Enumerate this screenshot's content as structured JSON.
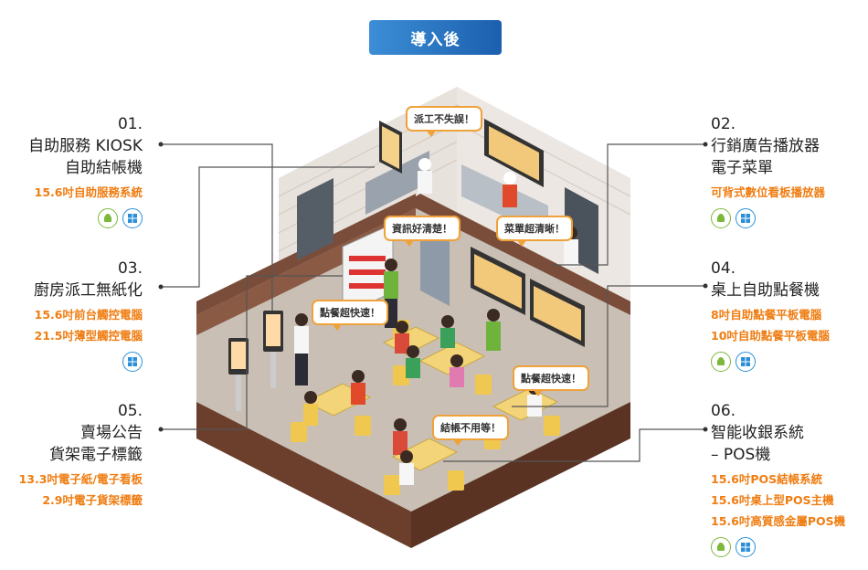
{
  "header": {
    "label": "導入後"
  },
  "blocks": {
    "b01": {
      "num": "01.",
      "titles": [
        "自助服務 KIOSK",
        "自助結帳機"
      ],
      "items": [
        "15.6吋自助服務系統"
      ]
    },
    "b02": {
      "num": "02.",
      "titles": [
        "行銷廣告播放器",
        "電子菜單"
      ],
      "items": [
        "可背式數位看板播放器"
      ]
    },
    "b03": {
      "num": "03.",
      "titles": [
        "廚房派工無紙化"
      ],
      "items": [
        "15.6吋前台觸控電腦",
        "21.5吋薄型觸控電腦"
      ]
    },
    "b04": {
      "num": "04.",
      "titles": [
        "桌上自助點餐機"
      ],
      "items": [
        "8吋自助點餐平板電腦",
        "10吋自助點餐平板電腦"
      ]
    },
    "b05": {
      "num": "05.",
      "titles": [
        "賣場公告",
        "貨架電子標籤"
      ],
      "items": [
        "13.3吋電子紙/電子看板",
        "2.9吋電子貨架標籤"
      ]
    },
    "b06": {
      "num": "06.",
      "titles": [
        "智能收銀系統",
        "– POS機"
      ],
      "items": [
        "15.6吋POS結帳系統",
        "15.6吋桌上型POS主機",
        "15.6吋高質感金屬POS機"
      ]
    }
  },
  "bubbles": {
    "b1": "派工不失誤！",
    "b2": "資訊好清楚！",
    "b3": "菜單超清晰！",
    "b4": "點餐超快速！",
    "b5": "點餐超快速！",
    "b6": "結帳不用等！"
  },
  "icon_labels": {
    "android": "Android",
    "windows": "windows"
  },
  "colors": {
    "accent": "#ef7d12",
    "badge": "#2a72c4",
    "android": "#7cb83a",
    "windows": "#2a8fd8"
  }
}
